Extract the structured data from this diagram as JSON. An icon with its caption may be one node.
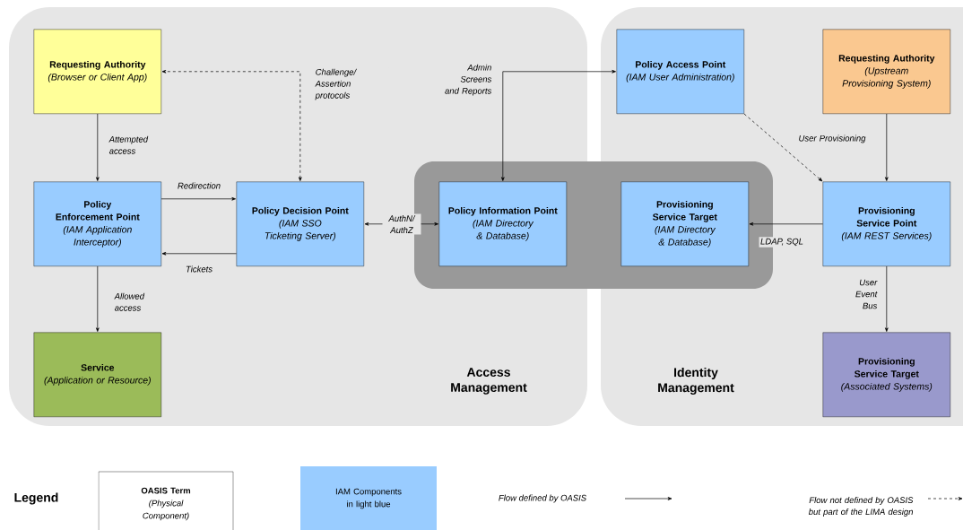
{
  "diagram": {
    "nodes": [
      {
        "text": [
          "Access Management"
        ]
      },
      {
        "text": [
          "Identity Management"
        ]
      },
      {
        "text": [
          "Requesting Authority",
          "(Browser or Client App)"
        ],
        "in": 0
      },
      {
        "text": [
          "Policy Enforcement Point",
          "(IAM Application Interceptor)"
        ],
        "in": 0
      },
      {
        "text": [
          "Policy Decision Point",
          "(IAM SSO Ticketing Server)"
        ],
        "in": 0
      },
      {
        "text": [
          "Service",
          "(Application or Resource)"
        ],
        "in": 0
      },
      {
        "text": [
          "Policy Information Point",
          "(IAM Directory & Database)"
        ],
        "in": 0
      },
      {
        "text": [
          "Provisioning Service Target",
          "(IAM Directory & Database)"
        ],
        "in": 1
      },
      {
        "text": [
          "Policy Access Point",
          "(IAM User Administration)"
        ],
        "in": 1
      },
      {
        "text": [
          "Requesting Authority",
          "(Upstream Provisioning System)"
        ],
        "in": 1
      },
      {
        "text": [
          "Provisioning Service Point",
          "(IAM REST Services)"
        ],
        "in": 1
      },
      {
        "text": [
          "Provisioning Service Target",
          "(Associated Systems)"
        ],
        "in": 1
      }
    ],
    "edges": [
      {
        "from": 4,
        "to": 2,
        "arrow": "both",
        "style": "dashed",
        "label": "Challenge/ Assertion protocols"
      },
      {
        "from": 2,
        "to": 3,
        "arrow": "to",
        "label": "Attempted access"
      },
      {
        "from": 3,
        "to": 4,
        "arrow": "to",
        "label": "Redirection"
      },
      {
        "from": 4,
        "to": 3,
        "arrow": "to",
        "label": "Tickets"
      },
      {
        "from": 3,
        "to": 5,
        "arrow": "to",
        "label": "Allowed access"
      },
      {
        "from": 4,
        "to": 6,
        "arrow": "both",
        "label": "AuthN/ AuthZ"
      },
      {
        "from": 6,
        "to": 8,
        "arrow": "both",
        "label": "Admin Screens and Reports"
      },
      {
        "from": 8,
        "to": 10,
        "arrow": "to",
        "style": "dashed",
        "label": "User Provisioning"
      },
      {
        "from": 9,
        "to": 10,
        "arrow": "to"
      },
      {
        "from": 10,
        "to": 7,
        "arrow": "to",
        "label": "LDAP, SQL"
      },
      {
        "from": 10,
        "to": 11,
        "arrow": "to",
        "label": "User Event Bus"
      }
    ],
    "labels": [
      "Legend"
    ],
    "legend": [
      {
        "text": "**OASIS Term** *(Physical Component)*"
      },
      {
        "text": "IAM Components in light blue",
        "color": "#99ccff"
      },
      {
        "text": "Flow defined by OASIS"
      },
      {
        "text": "Flow not defined by OASIS but part of the LIMA design"
      }
    ]
  }
}
